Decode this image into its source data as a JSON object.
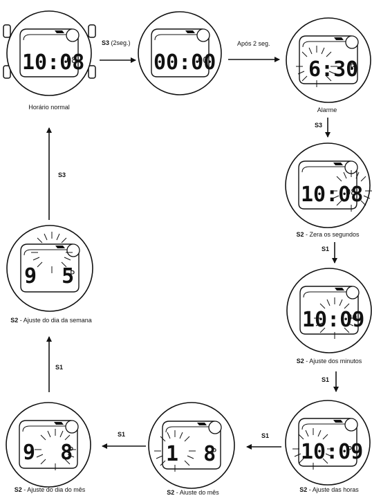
{
  "watches": [
    {
      "id": "normal",
      "digits": "10:08",
      "small": "08",
      "caption_bold": "",
      "caption": "Horário normal"
    },
    {
      "id": "timer",
      "digits": "00:00",
      "small": "00",
      "caption_bold": "",
      "caption": ""
    },
    {
      "id": "alarm",
      "digits": "6:30",
      "small": "P",
      "caption_bold": "",
      "caption": "Alarme"
    },
    {
      "id": "zero-seconds",
      "digits": "10:08",
      "small": "08",
      "caption_bold": "S2",
      "caption": " - Zera os segundos"
    },
    {
      "id": "minutes",
      "digits": "10:09",
      "small": "00",
      "caption_bold": "S2",
      "caption": " - Ajuste dos minutos"
    },
    {
      "id": "hours",
      "digits": "10:09",
      "small": "P",
      "caption_bold": "S2",
      "caption": " - Ajuste das horas"
    },
    {
      "id": "month",
      "digits": "1  8",
      "small": "P",
      "caption_bold": "S2",
      "caption": " - Ajuste do mês"
    },
    {
      "id": "day-of-month",
      "digits": "9  8",
      "small": "P",
      "caption_bold": "S2",
      "caption": " - Ajuste do dia do mês"
    },
    {
      "id": "weekday",
      "digits": "9  5",
      "small": "P",
      "caption_bold": "S2",
      "caption": " - Ajuste do dia da semana"
    }
  ],
  "arrows": [
    {
      "id": "normal-to-timer",
      "bold": "S3",
      "text": " (2seg.)"
    },
    {
      "id": "timer-to-alarm",
      "bold": "",
      "text": "Após 2 seg."
    },
    {
      "id": "alarm-to-zero",
      "bold": "S3",
      "text": ""
    },
    {
      "id": "zero-to-minutes",
      "bold": "S1",
      "text": ""
    },
    {
      "id": "minutes-to-hours",
      "bold": "S1",
      "text": ""
    },
    {
      "id": "hours-to-month",
      "bold": "S1",
      "text": ""
    },
    {
      "id": "month-to-day",
      "bold": "S1",
      "text": ""
    },
    {
      "id": "day-to-weekday",
      "bold": "S1",
      "text": ""
    },
    {
      "id": "weekday-to-normal",
      "bold": "S3",
      "text": ""
    }
  ]
}
